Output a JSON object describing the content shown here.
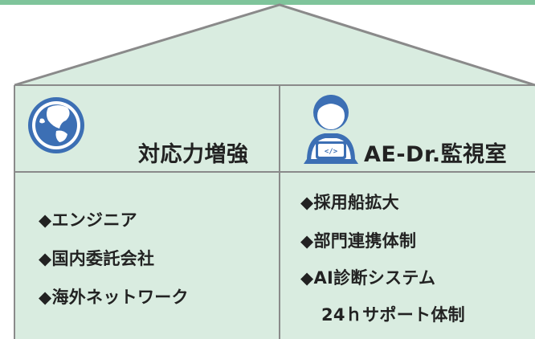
{
  "colors": {
    "fill": "#d9ece0",
    "stroke": "#8a8a8a",
    "banner": "#7fc49b",
    "icon_blue": "#3c6fb4",
    "text": "#222222"
  },
  "icons": {
    "left": "globe-icon",
    "right": "engineer-laptop-icon"
  },
  "left_column": {
    "heading": "対応力増強",
    "items": [
      "◆エンジニア",
      "◆国内委託会社",
      "◆海外ネットワーク"
    ]
  },
  "right_column": {
    "heading": "AE-Dr.監視室",
    "items": [
      "◆採用船拡大",
      "◆部門連携体制",
      "◆AI診断システム",
      "24ｈサポート体制"
    ],
    "laptop_code": "</>"
  }
}
